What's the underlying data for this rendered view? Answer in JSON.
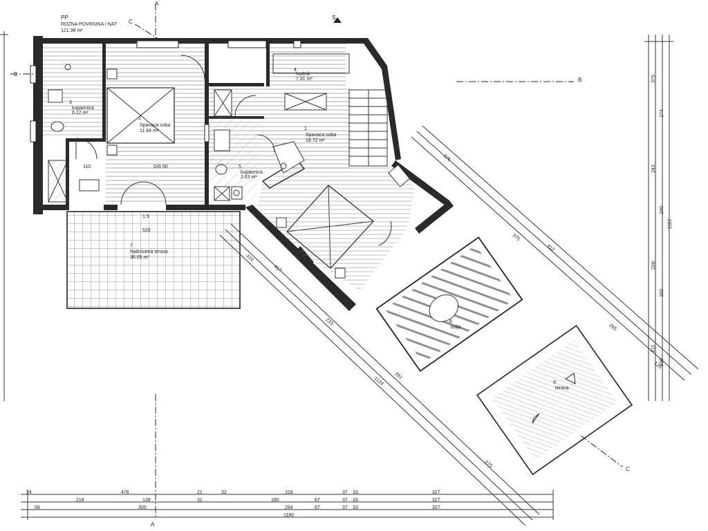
{
  "plan": {
    "floor_code": "PP",
    "floor_title": "ROZNA POVRSINA / NAT",
    "floor_area": "121.38 m²"
  },
  "rooms": [
    {
      "num": "3",
      "name": "kupaonica",
      "area": "6.12 m²"
    },
    {
      "num": "2",
      "name": "Spavaca soba",
      "area": "11.64 m²"
    },
    {
      "num": "1",
      "name": "Spavaca soba",
      "area": "18.72 m²"
    },
    {
      "num": "4",
      "name": "hodnik",
      "area": "7.31 m²"
    },
    {
      "num": "5",
      "name": "kupaonica",
      "area": "2.63 m²"
    },
    {
      "num": "7",
      "name": "Natkrivena terasa",
      "area": "36.05 m²"
    },
    {
      "num": "8",
      "name": "lodja",
      "area": ""
    },
    {
      "num": "9",
      "name": "terasa",
      "area": ""
    }
  ],
  "small_labels": {
    "door_b": "D/6 50",
    "door_left": "110",
    "door_mid": "1.5",
    "terrace_width": "520"
  },
  "section_marks": {
    "a_top": "A",
    "a_bottom": "A",
    "b_left": "B",
    "b_right": "B",
    "c_top": "C",
    "c_bottom": "C",
    "north": "S"
  },
  "dims_bottom": {
    "row1": [
      "24",
      "476",
      "21",
      "32",
      "318",
      "37",
      "33",
      "327"
    ],
    "row2": [
      "218",
      "138",
      "31",
      "180",
      "67",
      "37",
      "33",
      "327"
    ],
    "row3": [
      "58",
      "300",
      "294",
      "67",
      "37",
      "33",
      "327"
    ],
    "total": "1180"
  },
  "dims_right": {
    "row1": [
      "375",
      "243",
      "228",
      "211"
    ],
    "row2": [
      "274",
      "240",
      "160",
      "190"
    ],
    "total": "1112"
  },
  "dims_diag_upper": [
    "376",
    "375",
    "412",
    "265",
    "125"
  ],
  "dims_diag_lower": [
    "417",
    "410",
    "233",
    "261",
    "275",
    "1124"
  ]
}
